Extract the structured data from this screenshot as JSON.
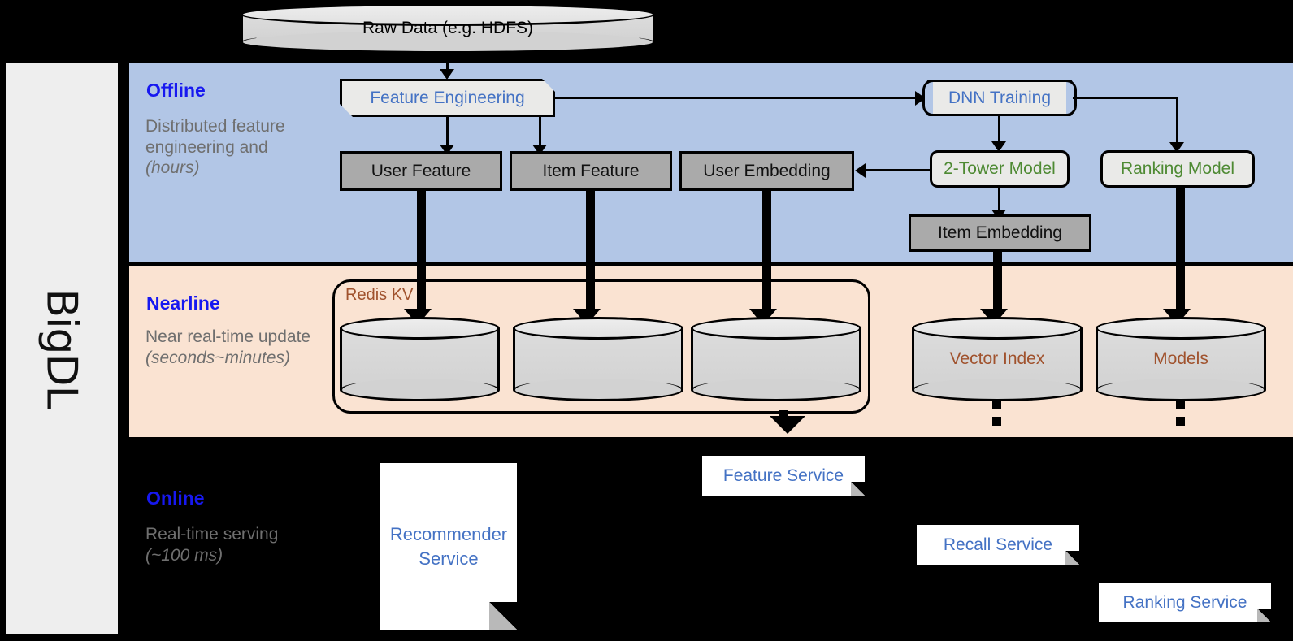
{
  "framework": {
    "name": "BigDL"
  },
  "bands": [
    {
      "id": "offline",
      "title": "Offline",
      "subtitle": "Distributed feature engineering and ",
      "subtitle_italic": "(hours)",
      "color": "#b2c6e6"
    },
    {
      "id": "nearline",
      "title": "Nearline",
      "subtitle": "Near real-time update ",
      "subtitle_italic": "(seconds~minutes)",
      "color": "#fae3d2"
    },
    {
      "id": "online",
      "title": "Online",
      "subtitle": "Real-time serving ",
      "subtitle_italic": "(~100 ms)",
      "color": "#000000"
    }
  ],
  "source": {
    "label": "Raw Data (e.g. HDFS)"
  },
  "offline": {
    "feature_engineering": "Feature Engineering",
    "dnn_training": "DNN Training",
    "user_feature": "User Feature",
    "item_feature": "Item Feature",
    "user_embedding": "User Embedding",
    "two_tower_model": "2-Tower Model",
    "ranking_model": "Ranking Model",
    "item_embedding": "Item Embedding"
  },
  "nearline": {
    "redis_group": "Redis KV",
    "stores": [
      {
        "label": ""
      },
      {
        "label": ""
      },
      {
        "label": ""
      }
    ],
    "vector_index": "Vector Index",
    "models": "Models"
  },
  "online": {
    "recommender_service": "Recommender Service",
    "feature_service": "Feature Service",
    "recall_service": "Recall Service",
    "ranking_service": "Ranking Service"
  },
  "colors": {
    "title_blue": "#1718f0",
    "process_blue": "#4472c4",
    "model_green": "#4e8a33",
    "store_brown": "#a0522d",
    "offline_band": "#b2c6e6",
    "nearline_band": "#fae3d2",
    "grey_box": "#aaaaaa"
  }
}
